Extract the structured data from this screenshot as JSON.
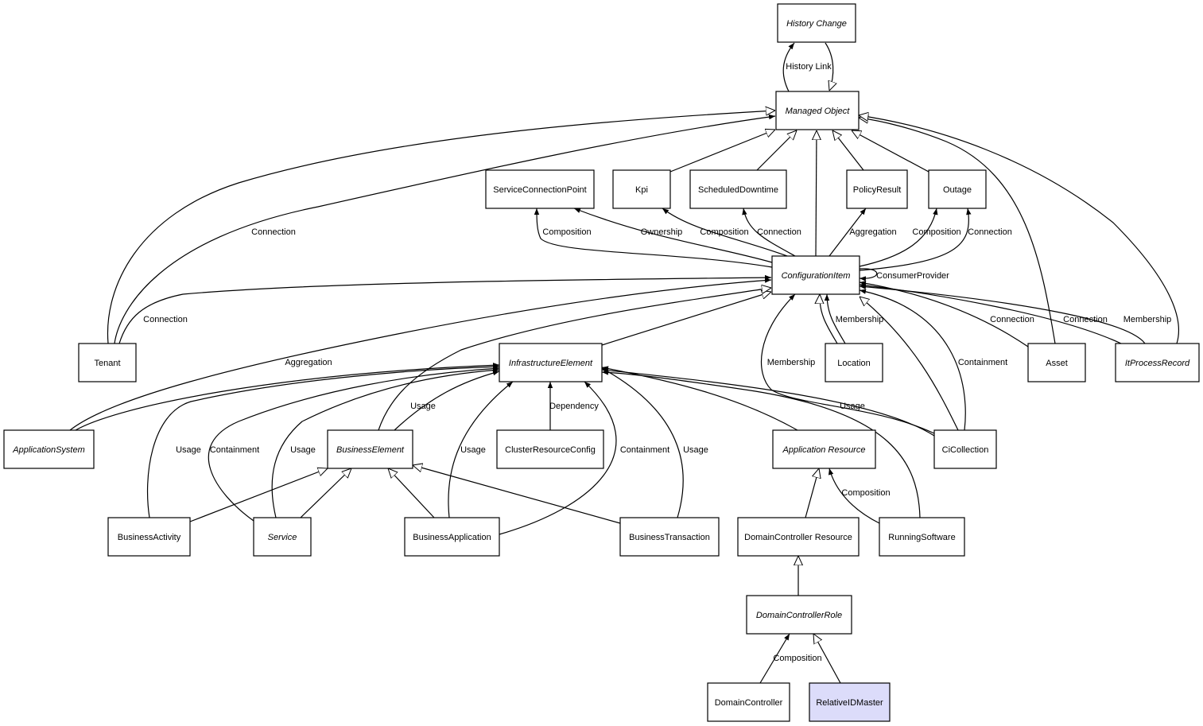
{
  "colors": {
    "node_fill": "#ffffff",
    "highlight_fill": "#dcdcfa",
    "stroke": "#000000"
  },
  "nodes": [
    {
      "id": "history-change",
      "label": "History Change",
      "abstract": true
    },
    {
      "id": "managed-object",
      "label": "Managed Object",
      "abstract": true
    },
    {
      "id": "service-connection-point",
      "label": "ServiceConnectionPoint"
    },
    {
      "id": "kpi",
      "label": "Kpi"
    },
    {
      "id": "scheduled-downtime",
      "label": "ScheduledDowntime"
    },
    {
      "id": "policy-result",
      "label": "PolicyResult"
    },
    {
      "id": "outage",
      "label": "Outage"
    },
    {
      "id": "configuration-item",
      "label": "ConfigurationItem",
      "abstract": true
    },
    {
      "id": "tenant",
      "label": "Tenant"
    },
    {
      "id": "infrastructure-element",
      "label": "InfrastructureElement",
      "abstract": true
    },
    {
      "id": "location",
      "label": "Location"
    },
    {
      "id": "asset",
      "label": "Asset"
    },
    {
      "id": "it-process-record",
      "label": "ItProcessRecord",
      "abstract": true
    },
    {
      "id": "application-system",
      "label": "ApplicationSystem",
      "abstract": true
    },
    {
      "id": "business-element",
      "label": "BusinessElement",
      "abstract": true
    },
    {
      "id": "cluster-resource-config",
      "label": "ClusterResourceConfig"
    },
    {
      "id": "application-resource",
      "label": "Application Resource",
      "abstract": true
    },
    {
      "id": "ci-collection",
      "label": "CiCollection"
    },
    {
      "id": "business-activity",
      "label": "BusinessActivity"
    },
    {
      "id": "service",
      "label": "Service",
      "abstract": true
    },
    {
      "id": "business-application",
      "label": "BusinessApplication"
    },
    {
      "id": "business-transaction",
      "label": "BusinessTransaction"
    },
    {
      "id": "domain-controller-resource",
      "label": "DomainController Resource"
    },
    {
      "id": "running-software",
      "label": "RunningSoftware"
    },
    {
      "id": "domain-controller-role",
      "label": "DomainControllerRole",
      "abstract": true
    },
    {
      "id": "domain-controller",
      "label": "DomainController"
    },
    {
      "id": "relative-id-master",
      "label": "RelativeIDMaster",
      "highlight": true
    }
  ],
  "edge_labels": [
    "History Link",
    "Connection",
    "Composition",
    "Ownership",
    "Composition",
    "Connection",
    "Aggregation",
    "Composition",
    "Connection",
    "ConsumerProvider",
    "Connection",
    "Membership",
    "Connection",
    "Connection",
    "Membership",
    "Aggregation",
    "Membership",
    "Containment",
    "Usage",
    "Dependency",
    "Usage",
    "Usage",
    "Containment",
    "Usage",
    "Usage",
    "Containment",
    "Usage",
    "Composition",
    "Composition"
  ]
}
